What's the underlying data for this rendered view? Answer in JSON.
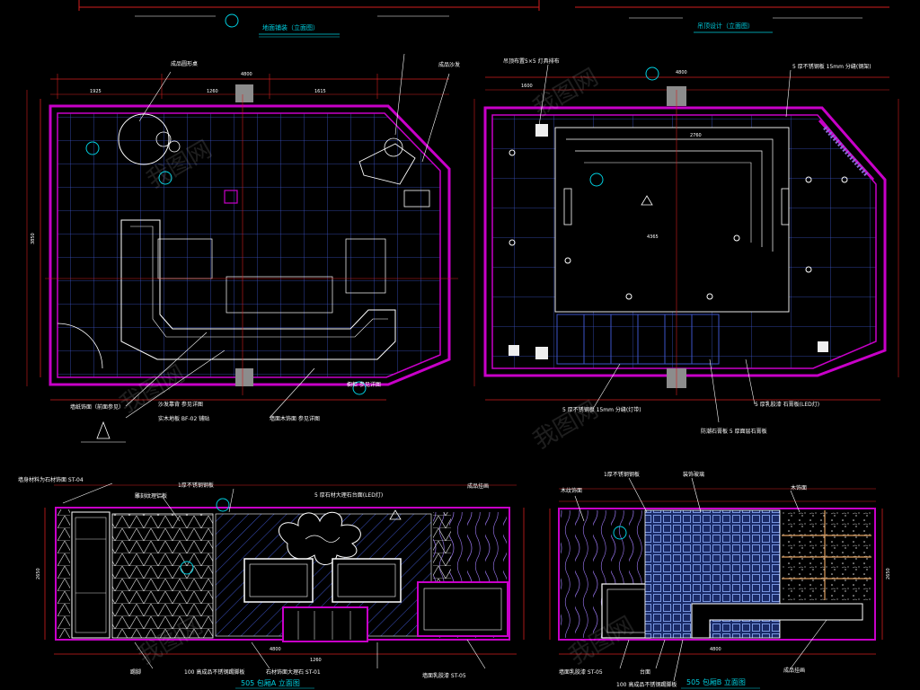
{
  "colors": {
    "background": "#000000",
    "wall": "#c800c8",
    "grid": "#3d54c8",
    "line": "#ffffff",
    "dim_red": "#d21e1e",
    "dim_cyan": "#00cfe0",
    "yellow": "#e0d040",
    "gray": "#8c8c8c"
  },
  "top_captions": {
    "left": "地面铺装（立面图）",
    "right": "吊顶设计（立面图）"
  },
  "elevation_titles": {
    "a": "505 包厢A 立面图",
    "b": "505 包厢B 立面图"
  },
  "plan_a": {
    "callouts": [
      "成品圆形桌",
      "成品沙发",
      "墙纸饰面（前面参见）",
      "沙发靠背 参见详图",
      "实木地板 BF-02 铺贴",
      "墙面木饰面 参见详图",
      "橱柜 参见详图"
    ],
    "dims": {
      "total_width": "4800",
      "total_height": "3850",
      "seg_1": "1925",
      "seg_2": "1260",
      "seg_3": "1615"
    }
  },
  "plan_b": {
    "callouts": [
      "吊顶布置5×5 灯具排布",
      "5 厚不锈钢板 15mm 分缝(钢架)",
      "5 厚不锈钢板 15mm 分缝(灯带)",
      "防潮石膏板 5 厚面层石膏板",
      "5 厚乳胶漆 石膏板(LED灯)"
    ],
    "dims": {
      "total_width": "4800",
      "seg_1": "1600",
      "seg_2": "4365",
      "seg_3": "2760"
    }
  },
  "elev_a": {
    "callouts": [
      "墙身材料为石材饰面 ST-04",
      "雕刻纹理铝板",
      "1厚不锈钢钢板",
      "5 厚石材大理石台面(LED灯)",
      "成品挂画",
      "踢脚",
      "100 高成品不锈钢踢脚板",
      "石材饰面大理石 ST-01",
      "墙面乳胶漆 ST-05"
    ],
    "dims": {
      "width": "4800",
      "height": "2650",
      "seg": "1260"
    }
  },
  "elev_b": {
    "callouts": [
      "木纹饰面",
      "1厚不锈钢钢板",
      "装饰玻璃",
      "木饰面",
      "墙面乳胶漆 ST-05",
      "台面",
      "100 高成品不锈钢踢脚板",
      "成品挂画"
    ],
    "dims": {
      "width": "4800",
      "height": "2650"
    }
  },
  "watermark": "我图网"
}
